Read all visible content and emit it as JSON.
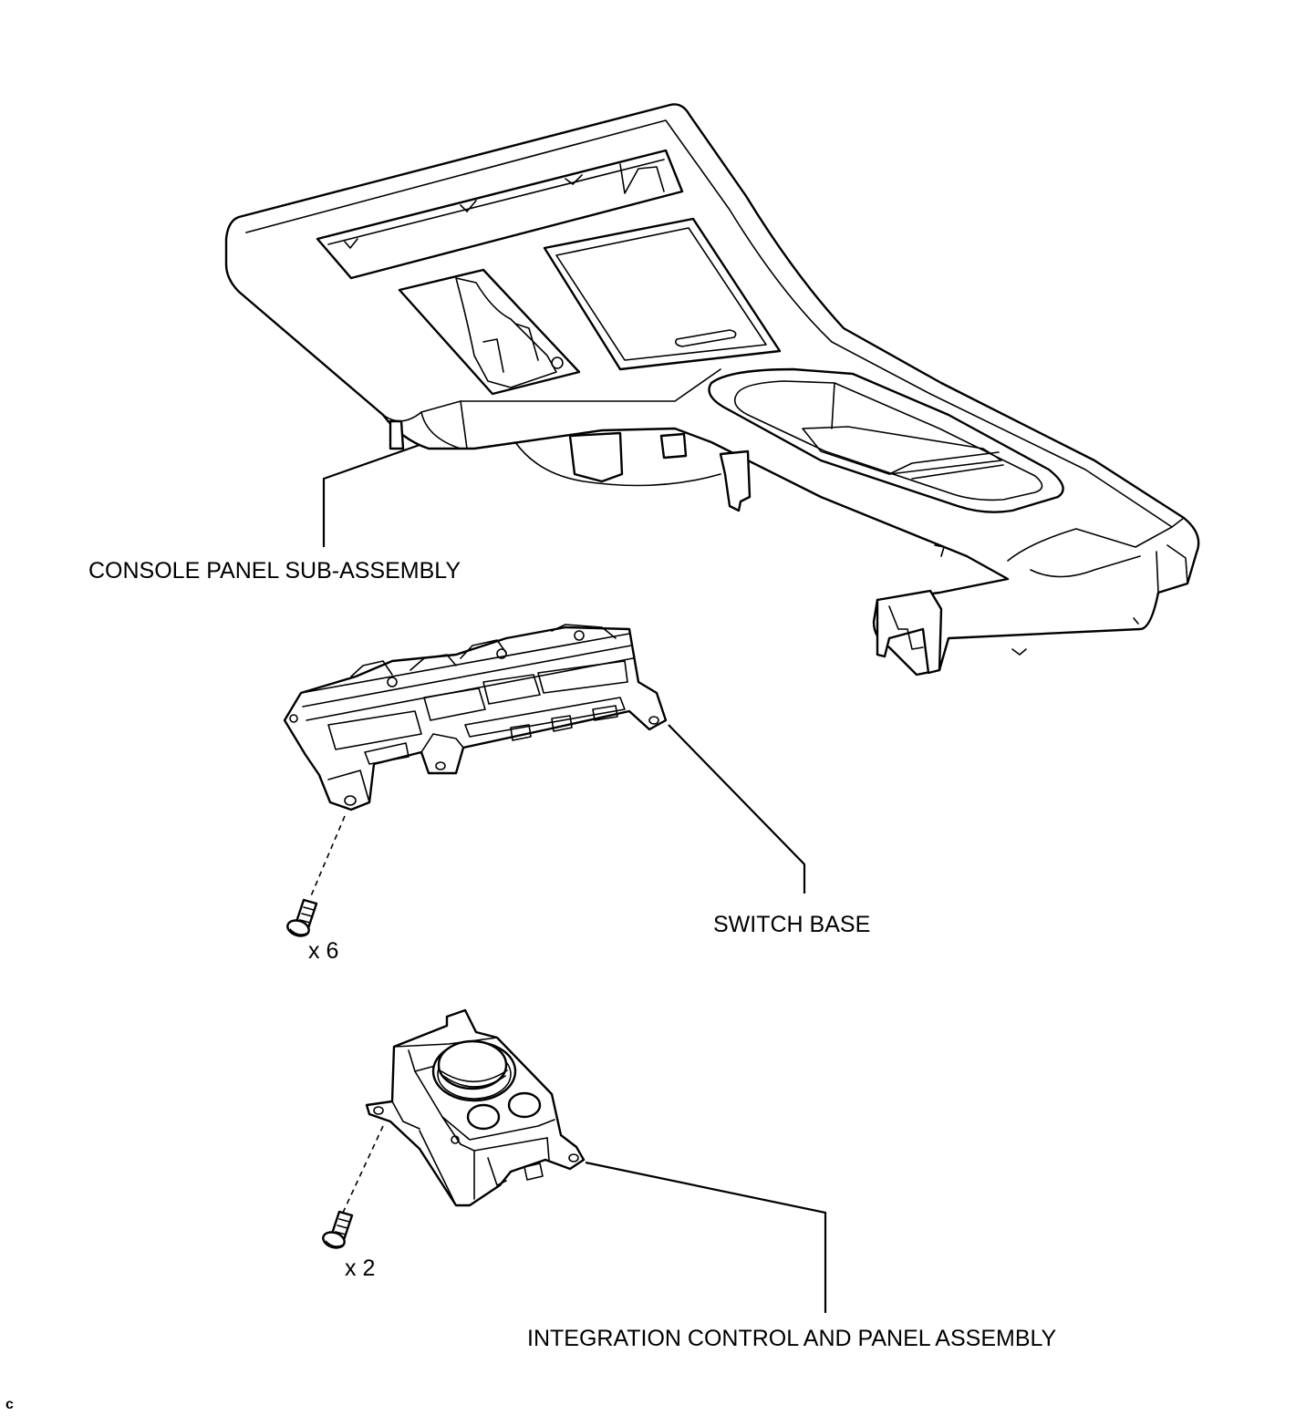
{
  "labels": {
    "console_panel": "CONSOLE PANEL SUB-ASSEMBLY",
    "switch_base": "SWITCH BASE",
    "screw_qty_switch_base": "x 6",
    "integration_control": "INTEGRATION CONTROL AND PANEL ASSEMBLY",
    "screw_qty_integration": "x 2",
    "illustration_code": "c"
  },
  "colors": {
    "line": "#000000",
    "background": "#ffffff"
  }
}
